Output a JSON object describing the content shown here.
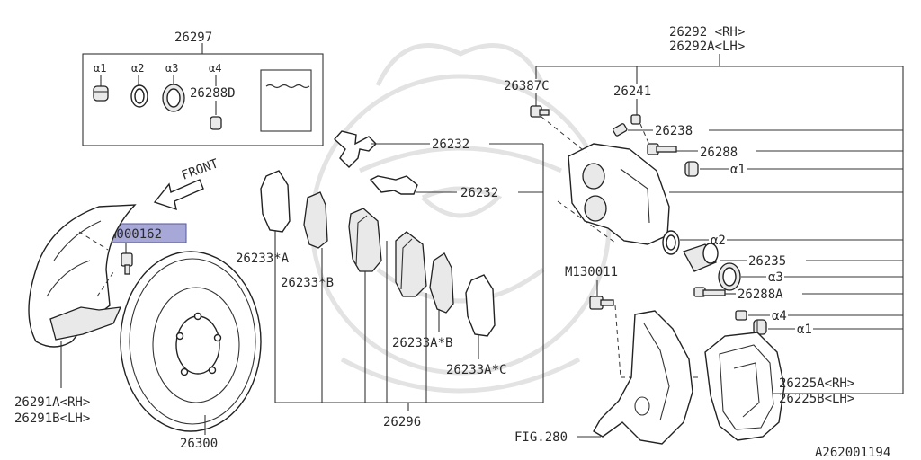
{
  "labels": {
    "kit_group": "26297",
    "a1": "α1",
    "a2": "α2",
    "a3": "α3",
    "a4": "α4",
    "pin_26288D": "26288D",
    "front": "FRONT",
    "highlight": "M000162",
    "dust_cover": [
      "26291A<RH>",
      "26291B<LH>"
    ],
    "rotor": "26300",
    "shim_top": "26232",
    "shim_mid": "26232",
    "shim_a": "26233*A",
    "shim_b": "26233*B",
    "shim_ab": "26233A*B",
    "shim_ac": "26233A*C",
    "pad_group": "26296",
    "caliper_bolt": "26387C",
    "bleeder_cap": "26241",
    "bleeder": "26238",
    "caliper": [
      "26292 <RH>",
      "26292A<LH>"
    ],
    "pin_26288": "26288",
    "r_a1": "α1",
    "r_a2": "α2",
    "piston": "26235",
    "r_a3": "α3",
    "pin_26288A": "26288A",
    "r_a4": "α4",
    "r_a1b": "α1",
    "bolt_m130011": "M130011",
    "support": [
      "26225A<RH>",
      "26225B<LH>"
    ],
    "fig": "FIG.280",
    "diagram_id": "A262001194"
  }
}
